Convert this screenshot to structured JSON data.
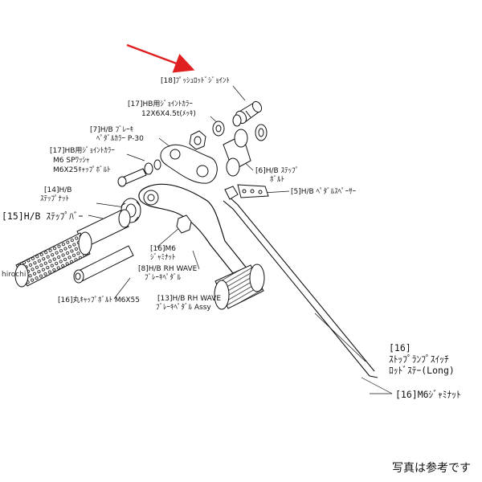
{
  "labels": {
    "l18": "[18]ﾌﾟｯｼｭﾛｯﾄﾞｼﾞｮｲﾝﾄ",
    "l17a_1": "[17]HB用ｼﾞｮｲﾝﾄｶﾗｰ",
    "l17a_2": "12X6X4.5t(ﾒｯｷ)",
    "l7_1": "[7]H/B ﾌﾞﾚｰｷ",
    "l7_2": "ﾍﾟﾀﾞﾙｶﾗｰ P-30",
    "l17b_1": "[17]HB用ｼﾞｮｲﾝﾄｶﾗｰ",
    "l17b_2": "M6 SPﾜｯｼｬ",
    "l17b_3": "M6X25ｷｬｯﾌﾟﾎﾞﾙﾄ",
    "l6_1": "[6]H/B ｽﾃｯﾌﾟ",
    "l6_2": "ﾎﾞﾙﾄ",
    "l5": "[5]H/B ﾍﾟﾀﾞﾙｽﾍﾟｰｻｰ",
    "l14_1": "[14]H/B",
    "l14_2": "ｽﾃｯﾌﾟﾅｯﾄ",
    "l15": "[15]H/B ｽﾃｯﾌﾟﾊﾞｰ",
    "l16a_1": "[16]M6",
    "l16a_2": "ｼﾞｬﾐﾅｯﾄ",
    "l8_1": "[8]H/B RH WAVE",
    "l8_2": "ﾌﾞﾚｰｷﾍﾟﾀﾞﾙ",
    "l13_1": "[13]H/B RH WAVE",
    "l13_2": "ﾌﾞﾚｰｷﾍﾟﾀﾞﾙ Assy",
    "l16b": "[16]丸ｷｬｯﾌﾟﾎﾞﾙﾄ M6X55",
    "l16c_1": "[16]",
    "l16c_2": "ｽﾄｯﾌﾟﾗﾝﾌﾟｽｲｯﾁ",
    "l16c_3": "ﾛｯﾄﾞｽﾃｰ(Long)",
    "l16d": "[16]M6ｼﾞｬﾐﾅｯﾄ"
  },
  "watermark": "hirochi",
  "note": "写真は参考です",
  "colors": {
    "arrow": "#e02020",
    "line": "#111111",
    "background": "#ffffff"
  }
}
